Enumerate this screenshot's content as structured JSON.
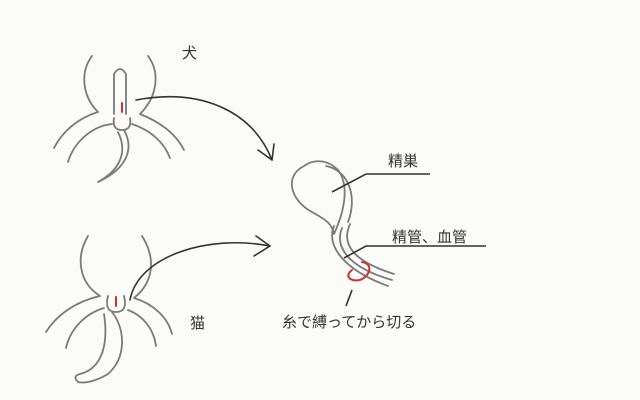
{
  "labels": {
    "dog": "犬",
    "cat": "猫",
    "testis": "精巣",
    "vessels": "精管、血管",
    "tie_note": "糸で縛ってから切る"
  },
  "colors": {
    "outline": "#7a7a7a",
    "ink": "#333333",
    "incision": "#d0312d",
    "background": "#fbfbf9"
  }
}
